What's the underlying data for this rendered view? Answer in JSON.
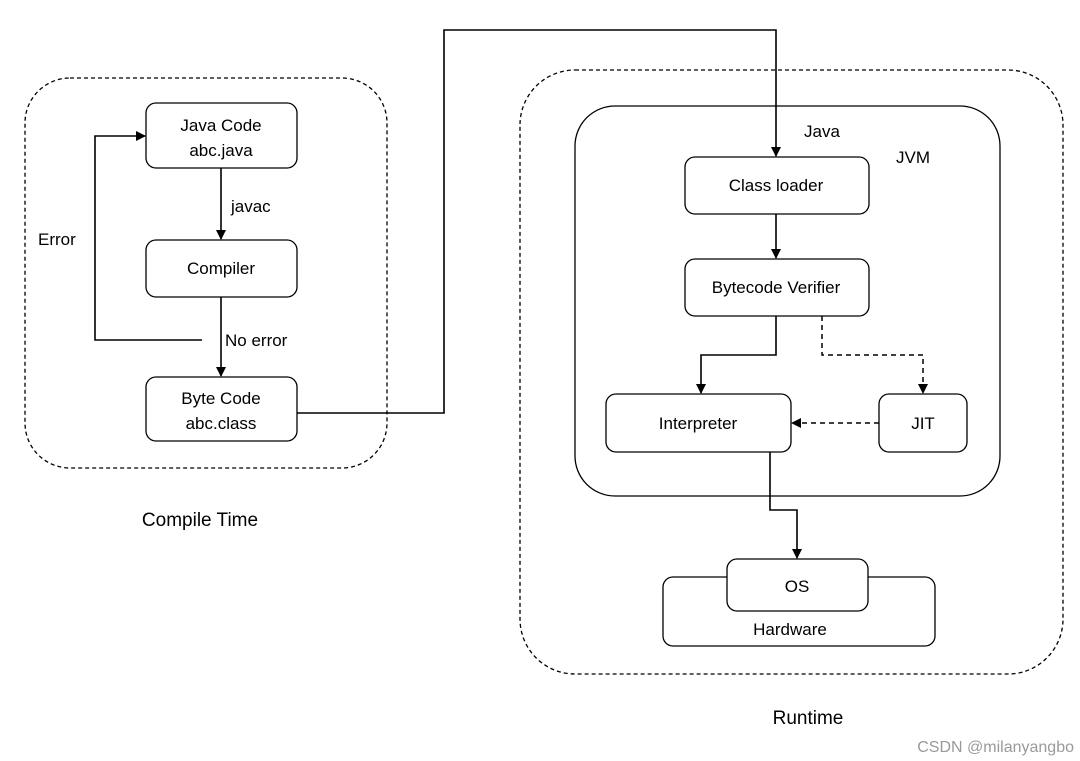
{
  "compile": {
    "region_label": "Compile Time",
    "java_code": {
      "line1": "Java Code",
      "line2": "abc.java"
    },
    "javac_label": "javac",
    "compiler": "Compiler",
    "no_error_label": "No error",
    "error_label": "Error",
    "byte_code": {
      "line1": "Byte Code",
      "line2": "abc.class"
    }
  },
  "runtime": {
    "region_label": "Runtime",
    "jvm": {
      "java_label": "Java",
      "jvm_label": "JVM"
    },
    "class_loader": "Class loader",
    "bytecode_verifier": "Bytecode Verifier",
    "interpreter": "Interpreter",
    "jit": "JIT",
    "os": "OS",
    "hardware": "Hardware"
  },
  "watermark": "CSDN @milanyangbo"
}
